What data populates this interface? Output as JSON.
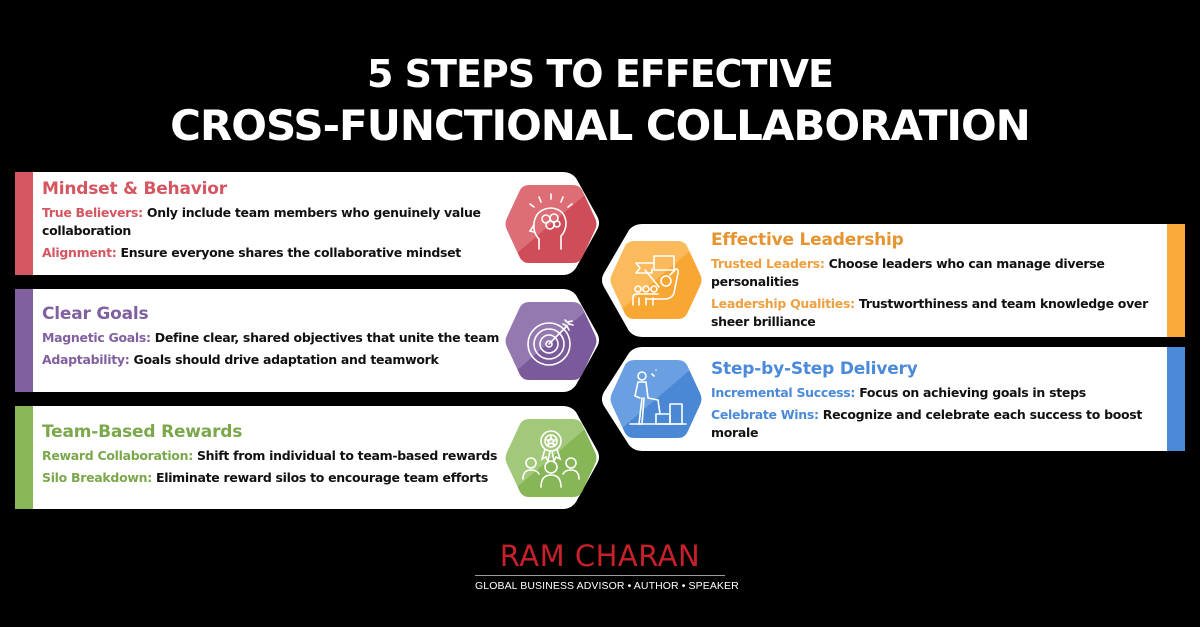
{
  "title": {
    "line1": "5 STEPS TO EFFECTIVE",
    "line2": "CROSS-FUNCTIONAL COLLABORATION"
  },
  "colors": {
    "background": "#000000",
    "card_bg": "#ffffff",
    "red": "#d45660",
    "purple": "#8160a0",
    "green": "#8ab859",
    "orange": "#f8a93a",
    "blue": "#4a8ad8",
    "brand_red": "#c8202a"
  },
  "steps": [
    {
      "heading": "Mindset & Behavior",
      "color": "#d45660",
      "icon": "brain-head-icon",
      "points": [
        {
          "label": "True Believers:",
          "text": " Only include team members who genuinely value collaboration"
        },
        {
          "label": "Alignment:",
          "text": " Ensure everyone shares the collaborative mindset"
        }
      ]
    },
    {
      "heading": "Clear Goals",
      "color": "#8160a0",
      "icon": "target-arrow-icon",
      "points": [
        {
          "label": "Magnetic Goals:",
          "text": " Define clear, shared objectives that unite the team"
        },
        {
          "label": "Adaptability:",
          "text": " Goals should drive adaptation and teamwork"
        }
      ]
    },
    {
      "heading": "Team-Based Rewards",
      "color": "#8ab859",
      "icon": "team-award-icon",
      "points": [
        {
          "label": "Reward Collaboration:",
          "text": " Shift from individual to team-based rewards"
        },
        {
          "label": "Silo Breakdown:",
          "text": " Eliminate reward silos to encourage team efforts"
        }
      ]
    },
    {
      "heading": "Effective Leadership",
      "color": "#f8a93a",
      "icon": "leader-flag-icon",
      "points": [
        {
          "label": "Trusted Leaders:",
          "text": " Choose leaders who can manage diverse personalities"
        },
        {
          "label": "Leadership Qualities:",
          "text": " Trustworthiness and team knowledge over sheer brilliance"
        }
      ]
    },
    {
      "heading": "Step-by-Step Delivery",
      "color": "#4a8ad8",
      "icon": "person-climbing-steps-icon",
      "points": [
        {
          "label": "Incremental Success:",
          "text": " Focus on achieving goals in steps"
        },
        {
          "label": "Celebrate Wins:",
          "text": " Recognize and celebrate each success to boost morale"
        }
      ]
    }
  ],
  "brand": {
    "name": "RAM CHARAN",
    "tagline": "GLOBAL BUSINESS ADVISOR  •  AUTHOR  •  SPEAKER"
  }
}
